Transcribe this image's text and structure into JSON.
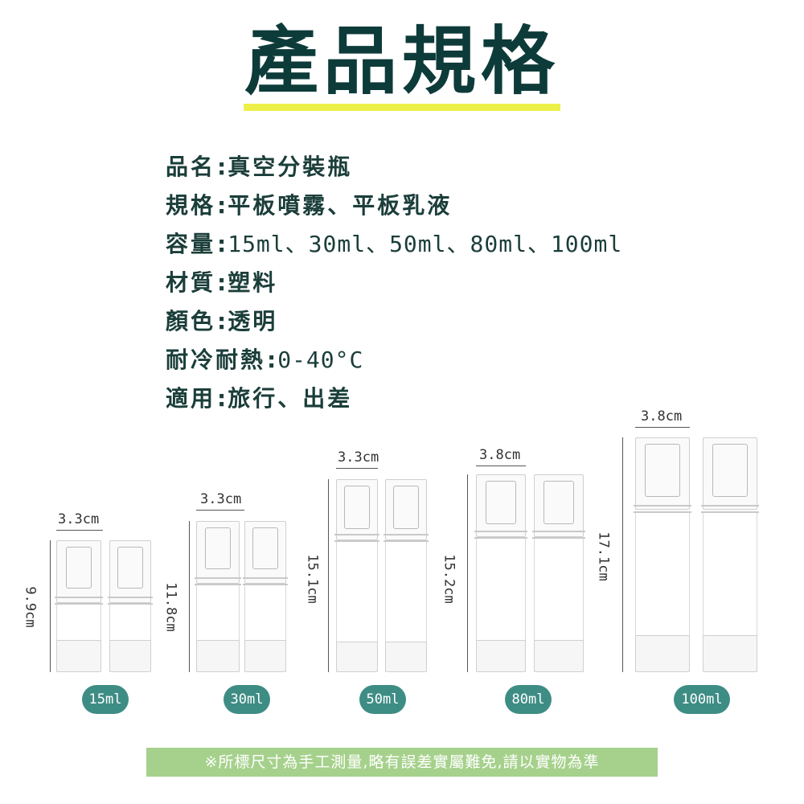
{
  "title": "產品規格",
  "specs": [
    {
      "label": "品名",
      "value": "真空分裝瓶"
    },
    {
      "label": "規格",
      "value": "平板噴霧、平板乳液"
    },
    {
      "label": "容量",
      "value": "15ml、30ml、50ml、80ml、100ml"
    },
    {
      "label": "材質",
      "value": "塑料"
    },
    {
      "label": "顏色",
      "value": "透明"
    },
    {
      "label": "耐冷耐熱",
      "value": "0-40°C"
    },
    {
      "label": "適用",
      "value": "旅行、出差"
    }
  ],
  "colon": ":",
  "products": [
    {
      "capacity": "15ml",
      "width": "3.3cm",
      "height": "9.9cm"
    },
    {
      "capacity": "30ml",
      "width": "3.3cm",
      "height": "11.8cm"
    },
    {
      "capacity": "50ml",
      "width": "3.3cm",
      "height": "15.1cm"
    },
    {
      "capacity": "80ml",
      "width": "3.8cm",
      "height": "15.2cm"
    },
    {
      "capacity": "100ml",
      "width": "3.8cm",
      "height": "17.1cm"
    }
  ],
  "note": "※所標尺寸為手工測量,略有誤差實屬難免,請以實物為準",
  "colors": {
    "title": "#0d3b39",
    "underline": "#eef04a",
    "badge": "#3e8d85",
    "note_bg": "#a6d18c"
  }
}
